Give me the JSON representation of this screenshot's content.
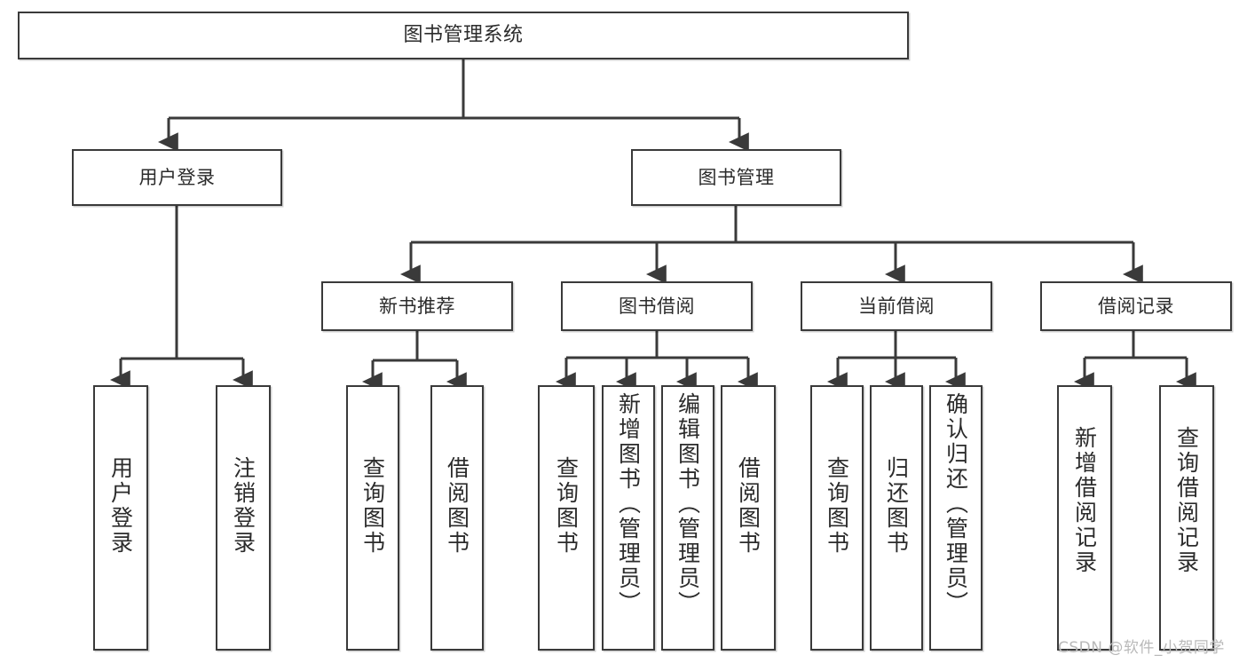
{
  "diagram": {
    "type": "tree-hierarchy-functional-decomposition",
    "root": {
      "id": "root",
      "label": "图书管理系统"
    },
    "level2": [
      {
        "id": "login",
        "label": "用户登录"
      },
      {
        "id": "bookmgmt",
        "label": "图书管理"
      }
    ],
    "level3": [
      {
        "id": "newbook",
        "label": "新书推荐"
      },
      {
        "id": "borrow",
        "label": "图书借阅"
      },
      {
        "id": "current",
        "label": "当前借阅"
      },
      {
        "id": "record",
        "label": "借阅记录"
      }
    ],
    "leaves": {
      "login": [
        {
          "id": "leaf-user-login",
          "label": "用户登录"
        },
        {
          "id": "leaf-user-logout",
          "label": "注销登录"
        }
      ],
      "newbook": [
        {
          "id": "leaf-nb-query",
          "label": "查询图书"
        },
        {
          "id": "leaf-nb-borrow",
          "label": "借阅图书"
        }
      ],
      "borrow": [
        {
          "id": "leaf-br-query",
          "label": "查询图书"
        },
        {
          "id": "leaf-br-add",
          "label": "新增图书（管理员）"
        },
        {
          "id": "leaf-br-edit",
          "label": "编辑图书（管理员）"
        },
        {
          "id": "leaf-br-borrow",
          "label": "借阅图书"
        }
      ],
      "current": [
        {
          "id": "leaf-cur-query",
          "label": "查询图书"
        },
        {
          "id": "leaf-cur-return",
          "label": "归还图书"
        },
        {
          "id": "leaf-cur-confirm",
          "label": "确认归还（管理员）"
        }
      ],
      "record": [
        {
          "id": "leaf-rec-add",
          "label": "新增借阅记录"
        },
        {
          "id": "leaf-rec-query",
          "label": "查询借阅记录"
        }
      ]
    }
  },
  "watermark": {
    "text": "CSDN @软件_小贺同学"
  },
  "colors": {
    "stroke": "#3a3a3a",
    "fill": "#ffffff",
    "text": "#2b2b2b",
    "watermark": "#b9b9b9"
  }
}
